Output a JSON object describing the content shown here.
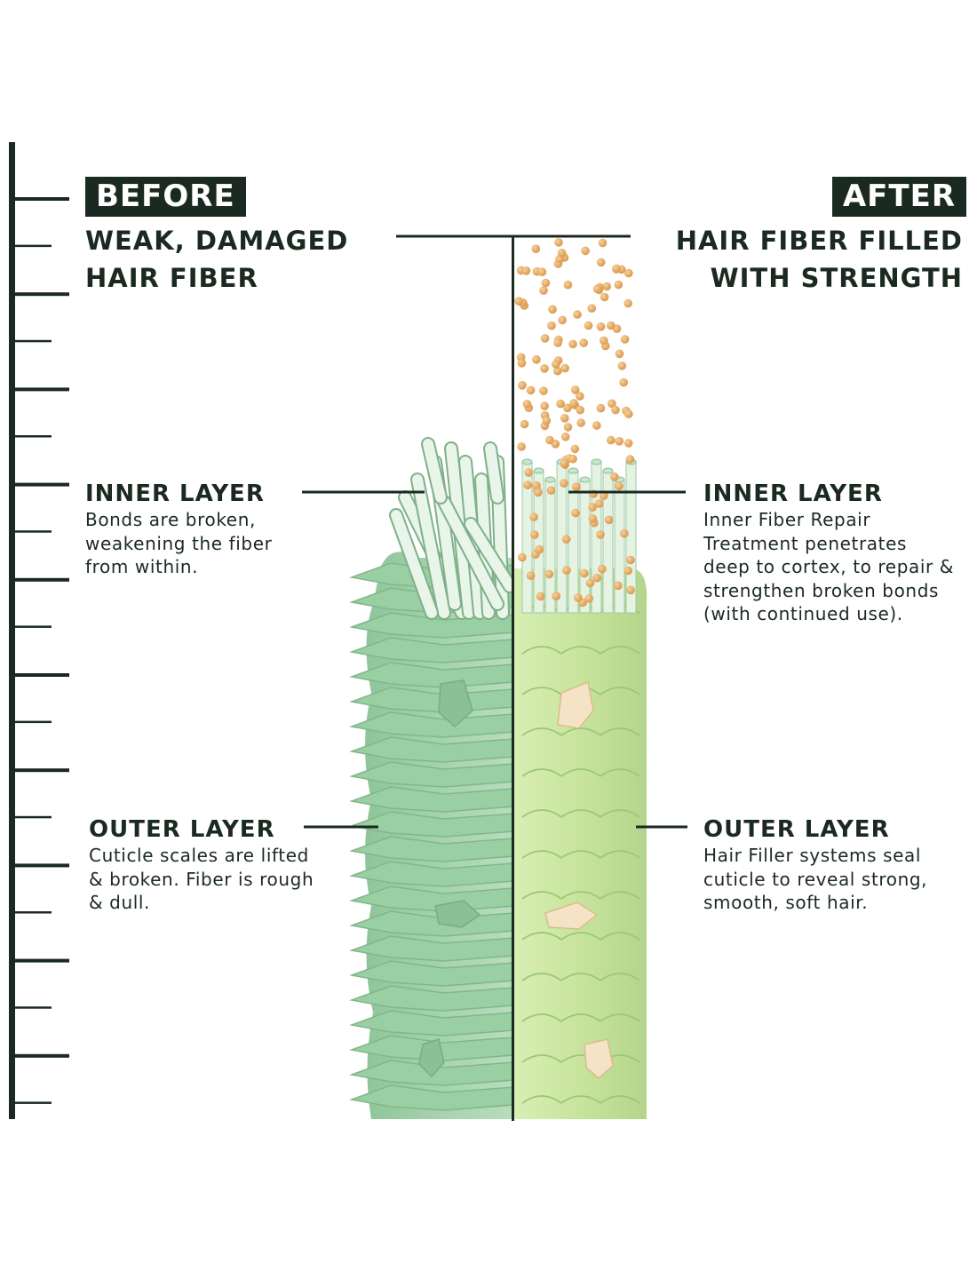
{
  "colors": {
    "dark_green": "#1b2a20",
    "damaged_fiber": "#a6d3ad",
    "healthy_fiber": "#cfe6a6",
    "inner_strands": "#e6f4e6",
    "filler_beads": "#e9b06a"
  },
  "before": {
    "badge": "BEFORE",
    "headline_line1": "WEAK, DAMAGED",
    "headline_line2": "HAIR FIBER",
    "inner": {
      "title": "INNER LAYER",
      "desc_lines": [
        "Bonds are broken,",
        "weakening the fiber",
        "from within."
      ]
    },
    "outer": {
      "title": "OUTER LAYER",
      "desc_lines": [
        "Cuticle scales are lifted",
        "& broken. Fiber is rough",
        "& dull."
      ]
    }
  },
  "after": {
    "badge": "AFTER",
    "headline_line1": "HAIR FIBER FILLED",
    "headline_line2": "WITH STRENGTH",
    "inner": {
      "title": "INNER LAYER",
      "desc_lines": [
        "Inner Fiber Repair",
        "Treatment penetrates",
        "deep to cortex, to repair &",
        "strengthen broken bonds",
        "(with continued use)."
      ]
    },
    "outer": {
      "title": "OUTER LAYER",
      "desc_lines": [
        "Hair Filler systems seal",
        "cuticle to reveal strong,",
        "smooth, soft hair."
      ]
    }
  },
  "icons": {
    "ruler": "ruler-scale-icon",
    "fiber": "hair-fiber-cross-section-icon",
    "beads": "filler-bead-icon"
  }
}
